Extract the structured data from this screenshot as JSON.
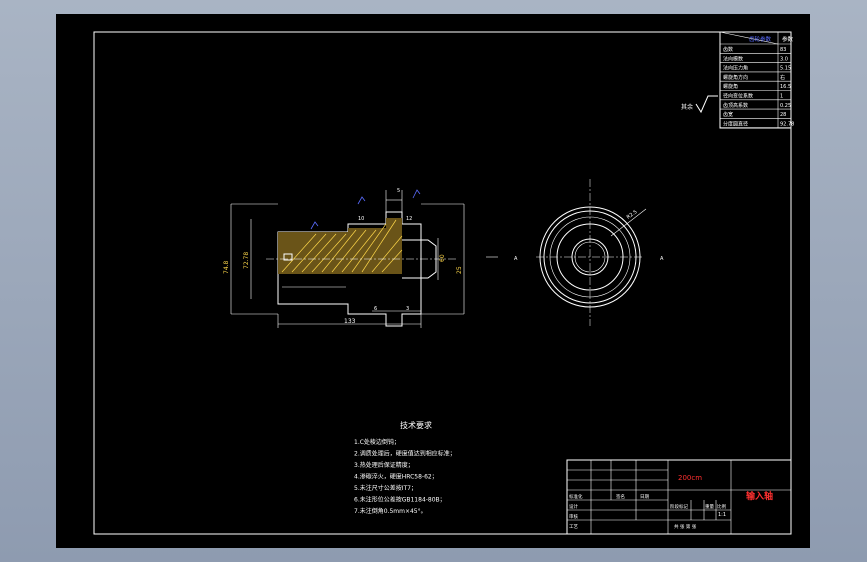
{
  "drawing": {
    "params_table": {
      "header_left": "齿轮参数",
      "header_right": "参数",
      "rows": [
        {
          "label": "齿数",
          "value": "83"
        },
        {
          "label": "法向模数",
          "value": "3.0"
        },
        {
          "label": "法向压力角",
          "value": "5.15"
        },
        {
          "label": "螺旋角方向",
          "value": "右"
        },
        {
          "label": "螺旋角",
          "value": "16.5"
        },
        {
          "label": "径向变位系数",
          "value": "1"
        },
        {
          "label": "齿顶高系数",
          "value": "0.25"
        },
        {
          "label": "齿宽",
          "value": "28"
        },
        {
          "label": "分度圆直径",
          "value": "92.78"
        }
      ]
    },
    "roughness_note": "其余",
    "side_view_dims": {
      "dia_outer": "74.8",
      "dia_inner": "72.78",
      "dia_right": "25",
      "dia_small": "60",
      "length": "133",
      "small_dims": [
        "5",
        "10",
        "12",
        "3",
        "6"
      ]
    },
    "front_view_dims": {
      "radius": "R2.5",
      "section_label_left": "A",
      "section_label_right": "A"
    },
    "tech_req": {
      "title": "技术要求",
      "items": [
        "1.C处棱边倒钝；",
        "2.调质处理后，硬度值达到相应标准；",
        "3.热处理后保证精度；",
        "4.渗碳淬火，硬度HRC58-62；",
        "5.未注尺寸公差按IT7；",
        "6.未注形位公差按GB1184-80B；",
        "7.未注倒角0.5mm×45°。"
      ]
    },
    "title_block": {
      "code": "200cm",
      "name": "输入轴",
      "scale": "1:1",
      "labels": {
        "designer": "设计",
        "checker": "审核",
        "process": "工艺",
        "std": "标准化",
        "date": "日期",
        "sign": "签名",
        "weight": "重量",
        "ratio": "比例",
        "stage": "阶段标记",
        "sheets": "共 张 第 张"
      }
    }
  }
}
